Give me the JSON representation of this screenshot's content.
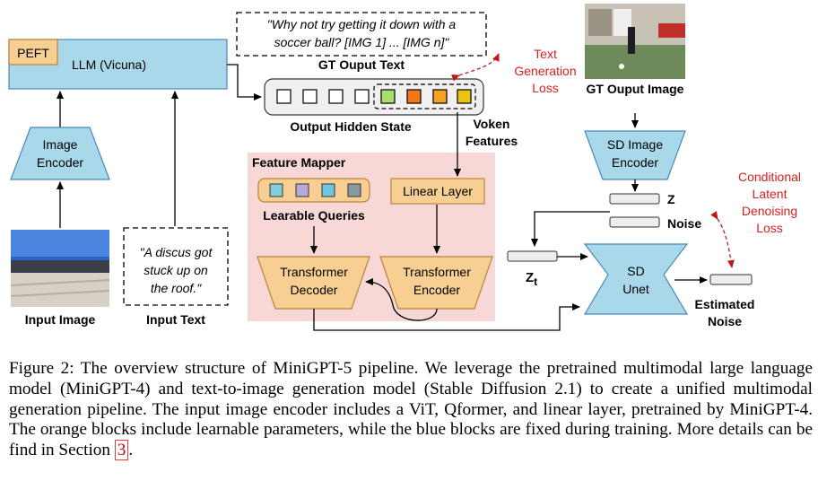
{
  "llm": {
    "label": "LLM (Vicuna)",
    "peft": "PEFT"
  },
  "gt_text": {
    "line1": "\"Why not try getting it down with a",
    "line2": "soccer ball? [IMG 1] ... [IMG n]\"",
    "title": "GT Ouput Text"
  },
  "text_loss": {
    "line1": "Text",
    "line2": "Generation",
    "line3": "Loss"
  },
  "gt_image": {
    "title": "GT Ouput Image"
  },
  "hidden_state": {
    "title": "Output Hidden State"
  },
  "voken": {
    "line1": "Voken",
    "line2": "Features"
  },
  "image_encoder": {
    "line1": "Image",
    "line2": "Encoder"
  },
  "sd_image_encoder": {
    "line1": "SD Image",
    "line2": "Encoder"
  },
  "feature_mapper": {
    "title": "Feature Mapper",
    "queries_label": "Learable Queries",
    "linear": "Linear Layer"
  },
  "transformer_decoder": {
    "line1": "Transformer",
    "line2": "Decoder"
  },
  "transformer_encoder": {
    "line1": "Transformer",
    "line2": "Encoder"
  },
  "latent": {
    "z": "Z",
    "noise": "Noise",
    "zt": "Z",
    "zt_sub": "t"
  },
  "cond_loss": {
    "line1": "Conditional",
    "line2": "Latent",
    "line3": "Denoising",
    "line4": "Loss"
  },
  "unet": {
    "line1": "SD",
    "line2": "Unet"
  },
  "estimated_noise": {
    "line1": "Estimated",
    "line2": "Noise"
  },
  "input_image": {
    "title": "Input Image"
  },
  "input_text": {
    "line1": "\"A discus got",
    "line2": "stuck up on",
    "line3": "the roof.\"",
    "title": "Input Text"
  },
  "caption": {
    "part1": "Figure 2: The overview structure of MiniGPT-5 pipeline. We leverage the pretrained multimodal large language model (MiniGPT-4) and text-to-image generation model (Stable Diffusion 2.1) to create a unified multimodal generation pipeline. The input image encoder includes a ViT, Qformer, and linear layer, pretrained by MiniGPT-4. The orange blocks include learnable parameters, while the blue blocks are fixed during training. More details can be find in Section ",
    "ref": "3",
    "part2": "."
  },
  "colors": {
    "blue_fill": "#a9d8ea",
    "blue_stroke": "#4a88b8",
    "orange_fill": "#f8cf92",
    "orange_stroke": "#b8843a",
    "pink_region": "#f8d7d7",
    "loss_red": "#d42020",
    "token_green": "#a8e06c",
    "token_orange": "#f07818",
    "token_amber": "#f4a320",
    "token_yellow": "#e8c414",
    "query_cyan": "#7fd2dc",
    "query_purple": "#b7a9d6",
    "query_blue": "#6fc6e0",
    "query_gray": "#8c9aa0"
  }
}
